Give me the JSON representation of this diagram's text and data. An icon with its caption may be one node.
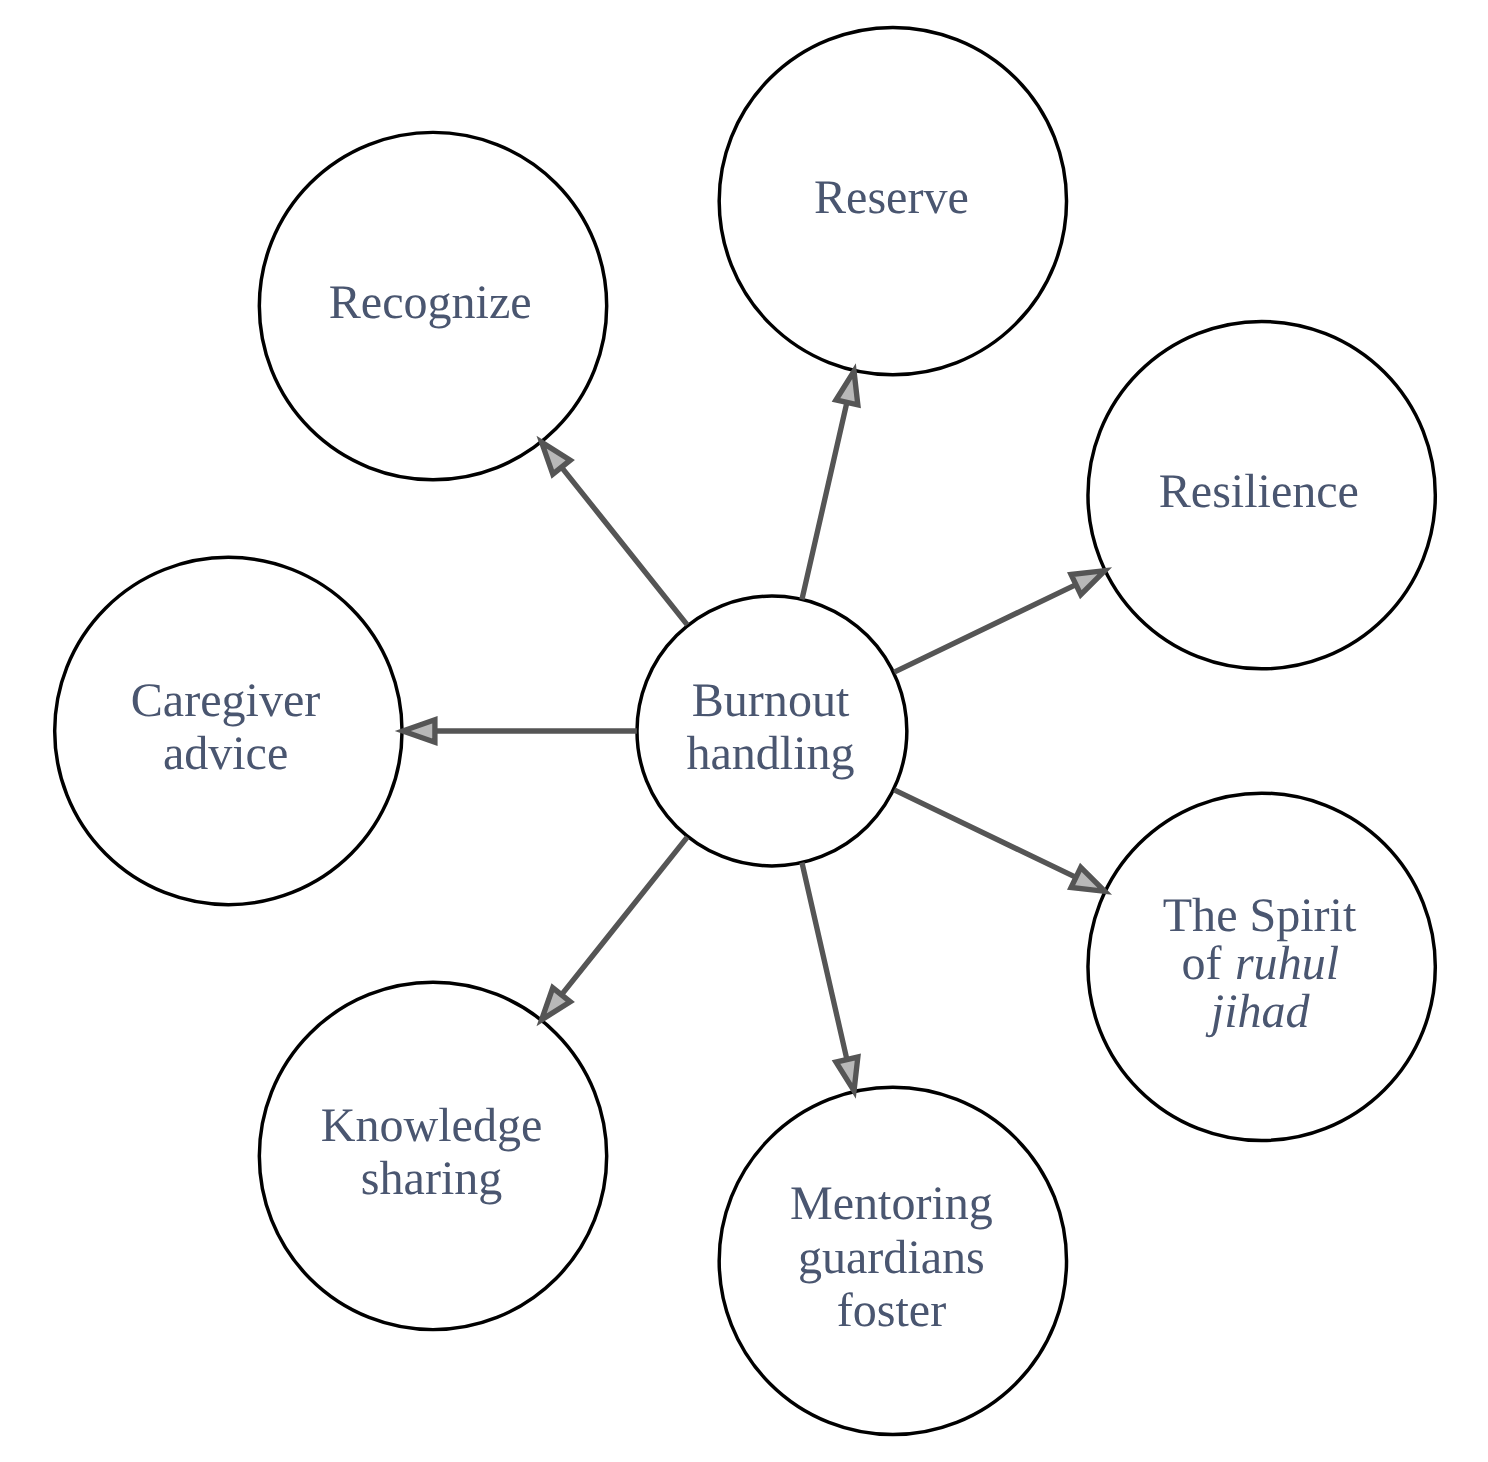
{
  "diagram": {
    "nodes": [
      {
        "text": [
          "Burnout handling"
        ]
      },
      {
        "text": [
          "The Spirit of *ruhul jihad*"
        ]
      },
      {
        "text": [
          "Mentoring guardians foster"
        ]
      },
      {
        "text": [
          "Knowledge sharing"
        ]
      },
      {
        "text": [
          "Caregiver advice"
        ]
      },
      {
        "text": [
          "Recognize"
        ]
      },
      {
        "text": [
          "Reserve"
        ]
      },
      {
        "text": [
          "Resilience"
        ]
      }
    ],
    "edges": [
      {
        "from": 0,
        "to": 1,
        "arrow": "to"
      },
      {
        "from": 0,
        "to": 2,
        "arrow": "to"
      },
      {
        "from": 0,
        "to": 3,
        "arrow": "to"
      },
      {
        "from": 0,
        "to": 4,
        "arrow": "to"
      },
      {
        "from": 0,
        "to": 5,
        "arrow": "to"
      },
      {
        "from": 0,
        "to": 6,
        "arrow": "to"
      },
      {
        "from": 0,
        "to": 7,
        "arrow": "to"
      }
    ]
  }
}
